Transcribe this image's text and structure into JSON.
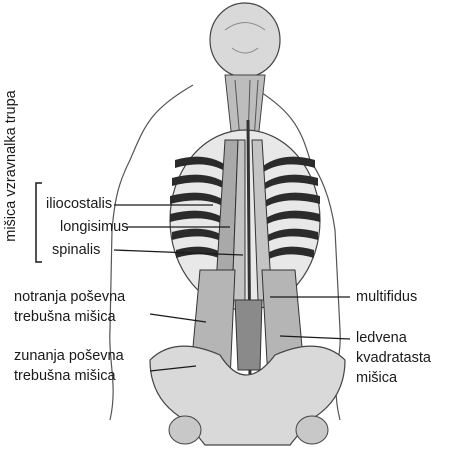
{
  "group_label": "mišica vzravnalka trupa",
  "labels": {
    "iliocostalis": "iliocostalis",
    "longisimus": "longisimus",
    "spinalis": "spinalis",
    "notranja_line1": "notranja poševna",
    "notranja_line2": "trebušna mišica",
    "zunanja_line1": "zunanja poševna",
    "zunanja_line2": "trebušna mišica",
    "multifidus": "multifidus",
    "ledvena_line1": "ledvena",
    "ledvena_line2": "kvadratasta",
    "ledvena_line3": "mišica"
  },
  "colors": {
    "ink": "#1a1a1a",
    "muscle_dark": "#2b2b2b",
    "muscle_mid": "#8a8a8a",
    "bone": "#d9d9d9"
  }
}
